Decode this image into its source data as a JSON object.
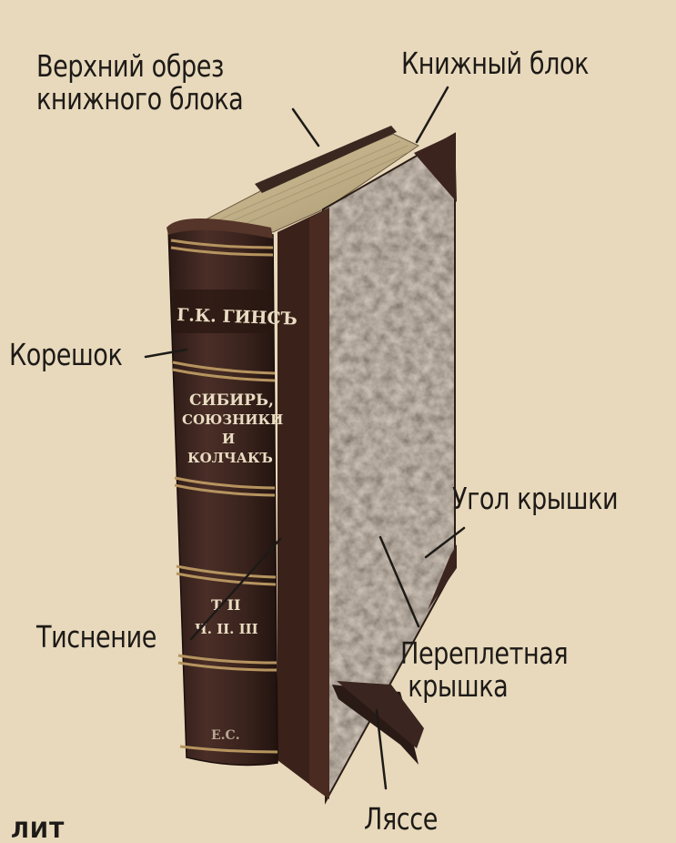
{
  "labels": {
    "top_edge": "Верхний обрез\nкнижного блока",
    "book_block": "Книжный блок",
    "spine": "Корешок",
    "cover_corner": "Угол крышки",
    "embossing": "Тиснение",
    "binding_cover": "Переплетная\n крышка",
    "bookmark": "Ляссе"
  },
  "spine_text": {
    "author": "Г.К. ГИНСЪ",
    "title_line1": "СИБИРЬ,",
    "title_line2": "СОЮЗНИКИ",
    "title_line3": "И",
    "title_line4": "КОЛЧАКЪ",
    "volume_line1": "Т II",
    "volume_line2": "Ч. II. III",
    "bottom": "Е.С."
  },
  "logo": "ЛИТ",
  "colors": {
    "background": "#e8d9bc",
    "leather": "#3d2620",
    "marbled_paper": "#5e5246",
    "page_edge": "#c9b78e",
    "ink": "#1d1a17"
  }
}
